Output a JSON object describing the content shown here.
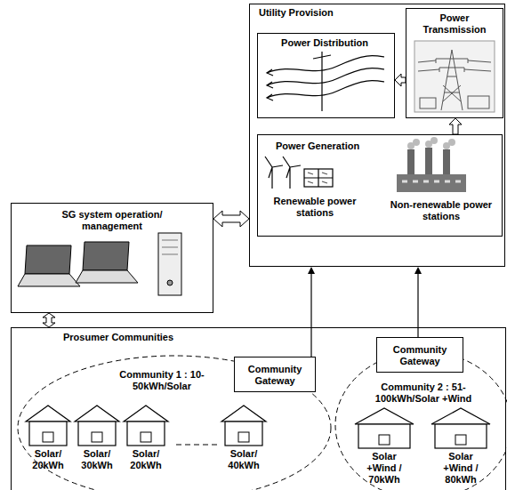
{
  "diagram": {
    "nodes": [
      {
        "text": [
          "Utility Provision"
        ]
      },
      {
        "text": [
          "Power Distribution"
        ],
        "in": 0
      },
      {
        "text": [
          "Power Transmission"
        ],
        "in": 0
      },
      {
        "text": [
          "Power Generation",
          "Renewable power stations",
          "Non-renewable power stations"
        ],
        "in": 0
      },
      {
        "text": [
          "SG system operation/ management"
        ]
      },
      {
        "text": [
          "Prosumer Communities"
        ]
      },
      {
        "text": [
          "Community 1 : 10-50kWh/Solar"
        ],
        "in": 5
      },
      {
        "text": [
          "Solar/ 20kWh"
        ],
        "in": 6
      },
      {
        "text": [
          "Solar/ 30kWh"
        ],
        "in": 6
      },
      {
        "text": [
          "Solar/ 20kWh"
        ],
        "in": 6
      },
      {
        "text": [
          "Solar/ 40kWh"
        ],
        "in": 6
      },
      {
        "text": [
          "Community Gateway"
        ],
        "in": 5
      },
      {
        "text": [
          "Community 2 : 51-100kWh/Solar +Wind"
        ],
        "in": 5
      },
      {
        "text": [
          "Solar +Wind / 70kWh"
        ],
        "in": 12
      },
      {
        "text": [
          "Solar +Wind / 80kWh"
        ],
        "in": 12
      },
      {
        "text": [
          "Community Gateway"
        ],
        "in": 5
      }
    ],
    "edges": [
      {
        "from": 2,
        "to": 1,
        "arrow": "to"
      },
      {
        "from": 3,
        "to": 2,
        "arrow": "to"
      },
      {
        "from": 4,
        "to": 0,
        "arrow": "both"
      },
      {
        "from": 4,
        "to": 5,
        "arrow": "both"
      },
      {
        "from": 11,
        "to": 0,
        "arrow": "to"
      },
      {
        "from": 15,
        "to": 0,
        "arrow": "to"
      }
    ]
  }
}
